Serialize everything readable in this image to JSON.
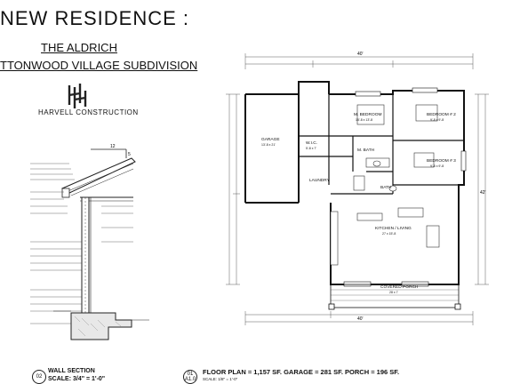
{
  "header": {
    "title": "NEW RESIDENCE :",
    "plan_name": "THE ALDRICH",
    "subdivision": "TTONWOOD VILLAGE SUBDIVISION",
    "company": "HARVELL CONSTRUCTION"
  },
  "wall_section": {
    "number": "02",
    "title": "WALL SECTION",
    "scale_label": "SCALE: 3/4\" = 1'-0\"",
    "pitch_label": "12",
    "pitch_rise": "5"
  },
  "floor_plan": {
    "number": "01",
    "sheet": "A1.0",
    "title": "FLOOR PLAN = 1,157 SF. GARAGE = 281 SF. PORCH = 196 SF.",
    "scale_label": "SCALE: 1/8\" = 1'-0\"",
    "overall_width": "40'",
    "overall_depth": "42'",
    "rooms": {
      "garage": "GARAGE",
      "garage_dim": "13'-8 x 21'",
      "w_closet": "W.I.C.",
      "w_closet_dim": "5'-8 x 7'",
      "m_bedroom": "M. BEDROOM",
      "m_bedroom_dim": "15'-8 x 13'-8",
      "bedroom2": "BEDROOM # 2",
      "bedroom2_dim": "9'-8 x 9'-8",
      "bedroom3": "BEDROOM # 3",
      "bedroom3_dim": "9'-8 x 9'-8",
      "m_bath": "M. BATH",
      "laundry": "LAUNDRY",
      "bath": "BATH",
      "kitchen": "KITCHEN / LIVING",
      "kitchen_dim": "27 x 15'-8",
      "porch": "COVERED PORCH",
      "porch_dim": "28 x 7"
    }
  }
}
